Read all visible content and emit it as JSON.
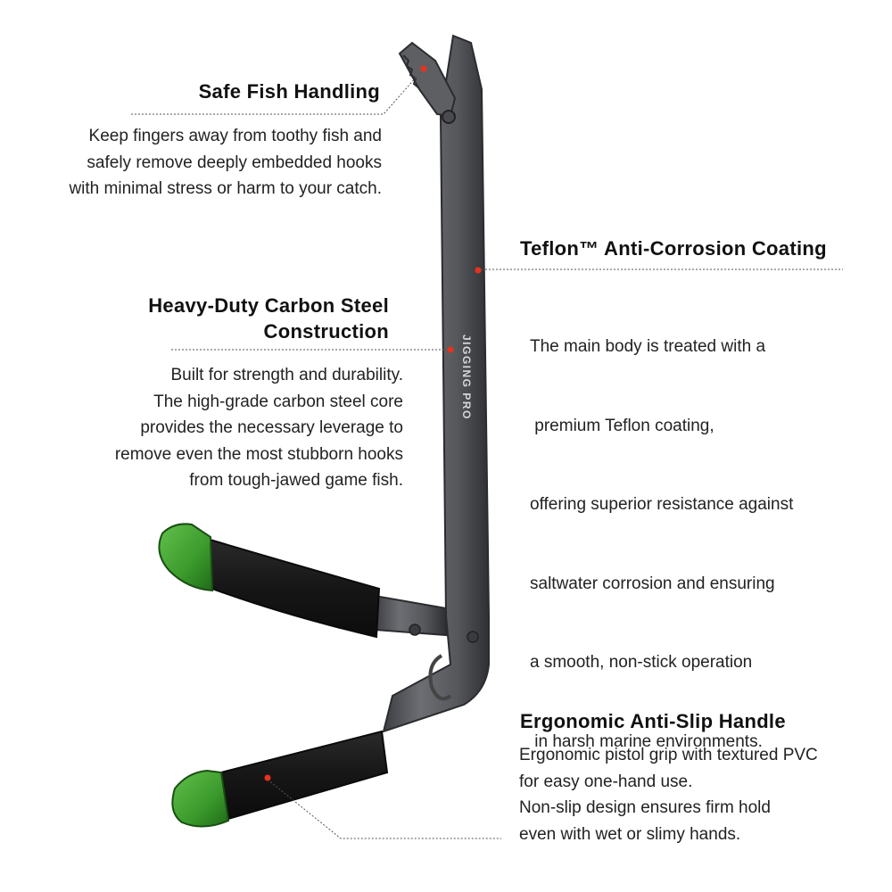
{
  "brand": {
    "logo_text": "JIGGING PRO"
  },
  "callouts": {
    "safe_handling": {
      "title": "Safe Fish Handling",
      "lines": [
        "Keep fingers away from toothy fish and",
        "safely remove deeply embedded hooks",
        "with minimal stress or harm to your catch."
      ]
    },
    "teflon": {
      "title": "Teflon™ Anti-Corrosion Coating",
      "lines": [
        "The main body is treated with a",
        " premium Teflon coating,",
        "offering superior resistance against",
        "saltwater corrosion and ensuring",
        "a smooth, non-stick operation",
        " in harsh marine environments."
      ]
    },
    "carbon_steel": {
      "title_line1": "Heavy-Duty Carbon Steel",
      "title_line2": "Construction",
      "lines": [
        "Built for strength and durability.",
        "The high-grade carbon steel core",
        "provides the necessary leverage to",
        "remove even the most stubborn hooks",
        "from tough-jawed game fish."
      ]
    },
    "handle": {
      "title": "Ergonomic Anti-Slip Handle",
      "lines": [
        "Ergonomic pistol grip with textured PVC",
        "for easy one-hand use.",
        "Non-slip design ensures firm hold",
        "even with wet or slimy hands."
      ]
    }
  },
  "colors": {
    "steel": "#5a5c60",
    "steel_dark": "#3a3b3e",
    "grip": "#1c1c1c",
    "tip_green": "#3e9a2f",
    "marker_red": "#e8321e"
  }
}
